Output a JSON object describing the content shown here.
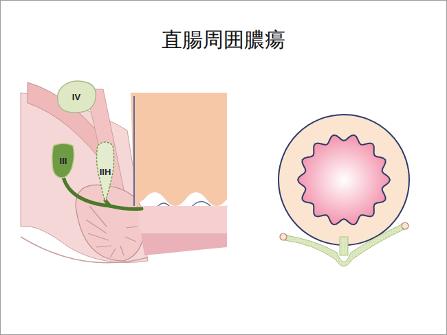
{
  "diagram": {
    "title": "直腸周囲膿瘍",
    "nodes": [
      {
        "text": [
          "IV"
        ]
      },
      {
        "text": [
          "III"
        ]
      },
      {
        "text": [
          "IIH"
        ]
      }
    ],
    "edges": [
      {
        "from": 1,
        "to": 2,
        "arrow": "none"
      }
    ]
  }
}
